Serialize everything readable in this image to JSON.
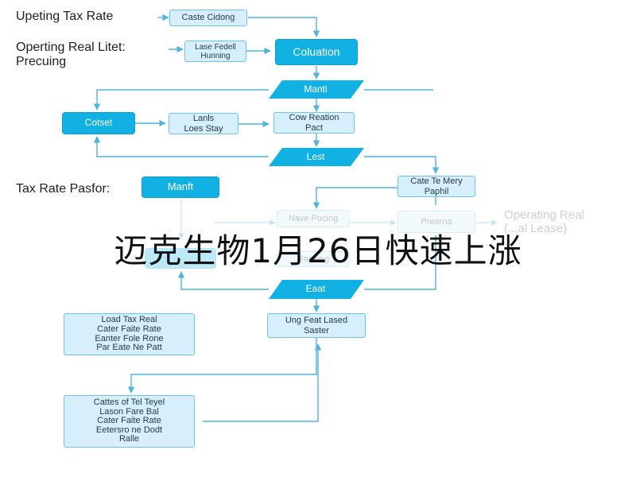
{
  "overlay_title": "迈克生物1月26日快速上涨",
  "colors": {
    "accent": "#12b1e3",
    "light_fill": "#d6effa",
    "stroke": "#6cc4ea"
  },
  "labels": {
    "upeting_tax_rate": "Upeting Tax Rate",
    "operting_real_litet": "Operting Real Litet:\nPrecuing",
    "tax_rate_pasfor": "Tax Rate Pasfor:",
    "operating_real_faded": "Operating Real\n(...al Lease)"
  },
  "nodes": {
    "caste_cidong": "Caste Cidong",
    "lase_fedell": "Lase Fedell\nHunning",
    "coluation": "Coluation",
    "manti_para": "Manti",
    "cotset": "Cotset",
    "lanls_stay": "Lanls\nLoes Stay",
    "cow_reation": "Cow Reation\nPact",
    "lest_para": "Lest",
    "manft": "Manft",
    "cate_te_mery": "Cate Te Mery\nPaphil",
    "nave_faded": "Nave Pocing",
    "prearna_faded": "Prearna",
    "ranking_faded": "Ranking",
    "eaat_para": "Eaat",
    "ung_feat": "Ung Feat Lased\nSaster",
    "load_tax_real": "Load Tax Real\nCater Faite Rate\nEanter Fole Rone\nPar Eate Ne Patt",
    "cattes_tel": "Cattes of Tel Teyel\nLason Fare Bal\nCater Faite Rate\nEetersro ne Dodt\nRalle"
  }
}
